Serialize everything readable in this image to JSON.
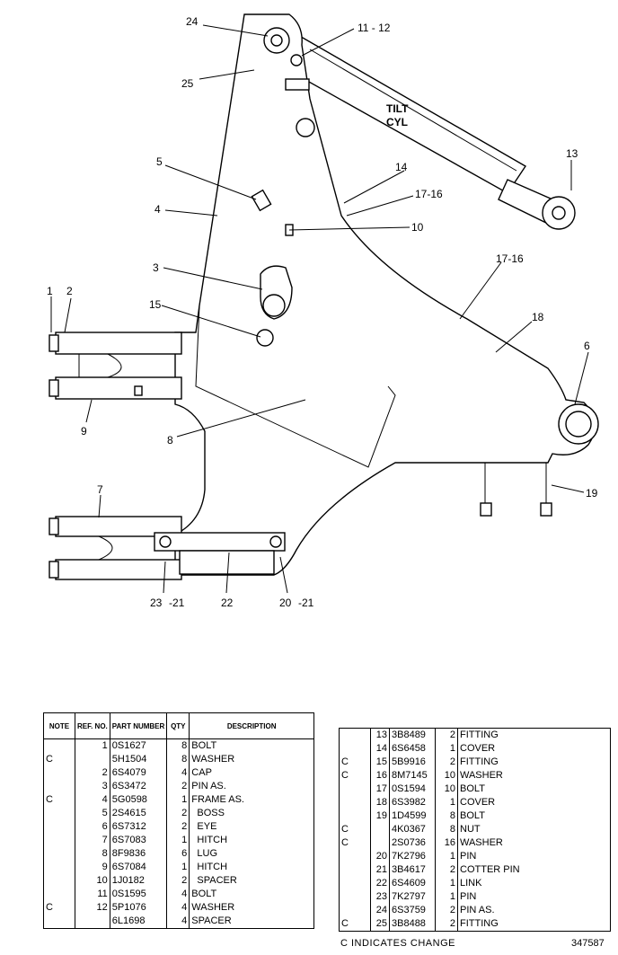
{
  "drawing": {
    "callouts": [
      "24",
      "11 - 12",
      "25",
      "5",
      "4",
      "3",
      "15",
      "1",
      "2",
      "9",
      "8",
      "7",
      "23",
      "-21",
      "22",
      "20",
      "-21",
      "14",
      "17-16",
      "10",
      "13",
      "17-16",
      "18",
      "6",
      "19"
    ],
    "cylinder_label_line1": "TILT",
    "cylinder_label_line2": "CYL"
  },
  "parts_table_left": {
    "headers": {
      "note": "NOTE",
      "ref_no": "REF. NO.",
      "part_number": "PART NUMBER",
      "qty": "QTY",
      "description": "DESCRIPTION"
    },
    "rows": [
      {
        "note": "",
        "ref": "1",
        "part": "0S1627",
        "qty": "8",
        "desc": "BOLT"
      },
      {
        "note": "C",
        "ref": "",
        "part": "5H1504",
        "qty": "8",
        "desc": "WASHER"
      },
      {
        "note": "",
        "ref": "2",
        "part": "6S4079",
        "qty": "4",
        "desc": "CAP"
      },
      {
        "note": "",
        "ref": "3",
        "part": "6S3472",
        "qty": "2",
        "desc": "PIN AS."
      },
      {
        "note": "C",
        "ref": "4",
        "part": "5G0598",
        "qty": "1",
        "desc": "FRAME AS."
      },
      {
        "note": "",
        "ref": "5",
        "part": "2S4615",
        "qty": "2",
        "desc": "  BOSS"
      },
      {
        "note": "",
        "ref": "6",
        "part": "6S7312",
        "qty": "2",
        "desc": "  EYE"
      },
      {
        "note": "",
        "ref": "7",
        "part": "6S7083",
        "qty": "1",
        "desc": "  HITCH"
      },
      {
        "note": "",
        "ref": "8",
        "part": "8F9836",
        "qty": "6",
        "desc": "  LUG"
      },
      {
        "note": "",
        "ref": "9",
        "part": "6S7084",
        "qty": "1",
        "desc": "  HITCH"
      },
      {
        "note": "",
        "ref": "10",
        "part": "1J0182",
        "qty": "2",
        "desc": "  SPACER"
      },
      {
        "note": "",
        "ref": "11",
        "part": "0S1595",
        "qty": "4",
        "desc": "BOLT"
      },
      {
        "note": "C",
        "ref": "12",
        "part": "5P1076",
        "qty": "4",
        "desc": "WASHER"
      },
      {
        "note": "",
        "ref": "",
        "part": "6L1698",
        "qty": "4",
        "desc": "SPACER"
      }
    ]
  },
  "parts_table_right": {
    "rows": [
      {
        "note": "",
        "ref": "13",
        "part": "3B8489",
        "qty": "2",
        "desc": "FITTING"
      },
      {
        "note": "",
        "ref": "14",
        "part": "6S6458",
        "qty": "1",
        "desc": "COVER"
      },
      {
        "note": "C",
        "ref": "15",
        "part": "5B9916",
        "qty": "2",
        "desc": "FITTING"
      },
      {
        "note": "C",
        "ref": "16",
        "part": "8M7145",
        "qty": "10",
        "desc": "WASHER"
      },
      {
        "note": "",
        "ref": "17",
        "part": "0S1594",
        "qty": "10",
        "desc": "BOLT"
      },
      {
        "note": "",
        "ref": "18",
        "part": "6S3982",
        "qty": "1",
        "desc": "COVER"
      },
      {
        "note": "",
        "ref": "19",
        "part": "1D4599",
        "qty": "8",
        "desc": "BOLT"
      },
      {
        "note": "C",
        "ref": "",
        "part": "4K0367",
        "qty": "8",
        "desc": "NUT"
      },
      {
        "note": "C",
        "ref": "",
        "part": "2S0736",
        "qty": "16",
        "desc": "WASHER"
      },
      {
        "note": "",
        "ref": "20",
        "part": "7K2796",
        "qty": "1",
        "desc": "PIN"
      },
      {
        "note": "",
        "ref": "21",
        "part": "3B4617",
        "qty": "2",
        "desc": "COTTER PIN"
      },
      {
        "note": "",
        "ref": "22",
        "part": "6S4609",
        "qty": "1",
        "desc": "LINK"
      },
      {
        "note": "",
        "ref": "23",
        "part": "7K2797",
        "qty": "1",
        "desc": "PIN"
      },
      {
        "note": "",
        "ref": "24",
        "part": "6S3759",
        "qty": "2",
        "desc": "PIN AS."
      },
      {
        "note": "C",
        "ref": "25",
        "part": "3B8488",
        "qty": "2",
        "desc": "FITTING"
      }
    ]
  },
  "footer": {
    "change_note": "C  INDICATES CHANGE",
    "drawing_number": "347587"
  }
}
